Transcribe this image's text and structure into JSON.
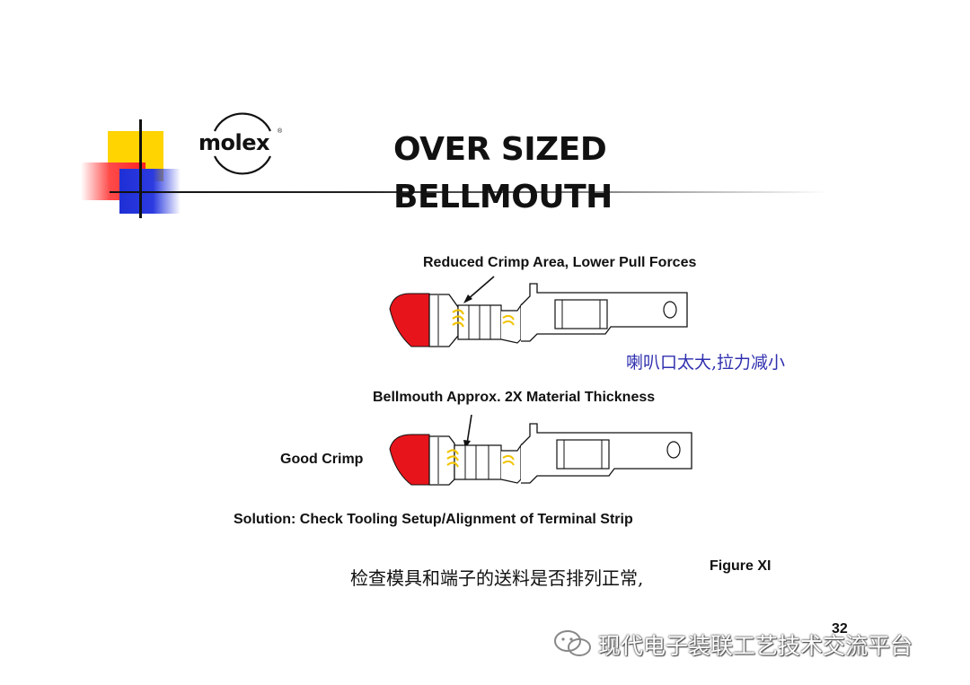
{
  "logo": {
    "name": "molex",
    "mark": "®"
  },
  "title": {
    "line1": "OVER SIZED",
    "line2": "BELLMOUTH"
  },
  "figure1": {
    "annotation": "Reduced Crimp Area, Lower Pull Forces",
    "cn_note": "喇叭口太大,拉力减小"
  },
  "figure2": {
    "annotation": "Bellmouth  Approx. 2X Material Thickness",
    "side_label": "Good Crimp"
  },
  "solution": "Solution: Check Tooling Setup/Alignment of Terminal Strip",
  "solution_cn": "检查模具和端子的送料是否排列正常,",
  "figure_label": "Figure XI",
  "page_number": "32",
  "watermark": "现代电子装联工艺技术交流平台",
  "colors": {
    "accent_red": "#e8141c",
    "note_blue": "#3030b0",
    "crimp_yellow": "#f2c400"
  }
}
